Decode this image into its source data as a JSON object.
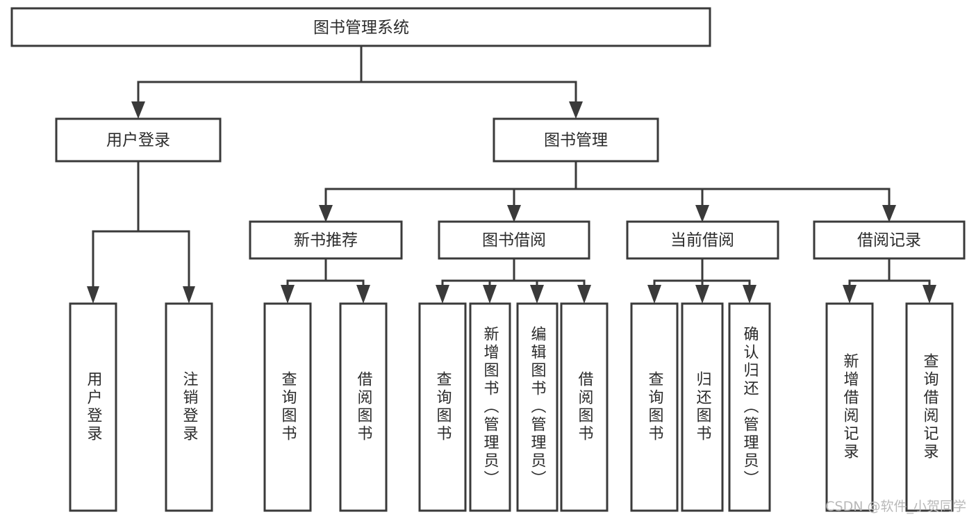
{
  "diagram": {
    "type": "tree",
    "title": "图书管理系统",
    "orientation": "top-down",
    "colors": {
      "box_fill": "#ffffff",
      "box_stroke": "#3a3a3a",
      "text": "#2b2b2b",
      "watermark": "#b9b9b9"
    },
    "levels": {
      "root": "图书管理系统",
      "level2": [
        "用户登录",
        "图书管理"
      ],
      "level3": [
        "新书推荐",
        "图书借阅",
        "当前借阅",
        "借阅记录"
      ]
    },
    "nodes": {
      "root": {
        "label": "图书管理系统"
      },
      "user_login": {
        "label": "用户登录"
      },
      "book_mgmt": {
        "label": "图书管理"
      },
      "new_book_rec": {
        "label": "新书推荐"
      },
      "book_borrow": {
        "label": "图书借阅"
      },
      "current_borrow": {
        "label": "当前借阅"
      },
      "borrow_record": {
        "label": "借阅记录"
      },
      "leaf_user_login": {
        "label": "用户登录"
      },
      "leaf_logout": {
        "label": "注销登录"
      },
      "leaf_query_book_1": {
        "label": "查询图书"
      },
      "leaf_borrow_book_1": {
        "label": "借阅图书"
      },
      "leaf_query_book_2": {
        "label": "查询图书"
      },
      "leaf_add_book": {
        "label": "新增图书（管理员）"
      },
      "leaf_edit_book": {
        "label": "编辑图书（管理员）"
      },
      "leaf_borrow_book_2": {
        "label": "借阅图书"
      },
      "leaf_query_book_3": {
        "label": "查询图书"
      },
      "leaf_return_book": {
        "label": "归还图书"
      },
      "leaf_confirm_return": {
        "label": "确认归还（管理员）"
      },
      "leaf_add_record": {
        "label": "新增借阅记录"
      },
      "leaf_query_record": {
        "label": "查询借阅记录"
      }
    },
    "edges": [
      {
        "from": "图书管理系统",
        "to": "用户登录"
      },
      {
        "from": "图书管理系统",
        "to": "图书管理"
      },
      {
        "from": "用户登录",
        "to": "用户登录"
      },
      {
        "from": "用户登录",
        "to": "注销登录"
      },
      {
        "from": "图书管理",
        "to": "新书推荐"
      },
      {
        "from": "图书管理",
        "to": "图书借阅"
      },
      {
        "from": "图书管理",
        "to": "当前借阅"
      },
      {
        "from": "图书管理",
        "to": "借阅记录"
      },
      {
        "from": "新书推荐",
        "to": "查询图书"
      },
      {
        "from": "新书推荐",
        "to": "借阅图书"
      },
      {
        "from": "图书借阅",
        "to": "查询图书"
      },
      {
        "from": "图书借阅",
        "to": "新增图书（管理员）"
      },
      {
        "from": "图书借阅",
        "to": "编辑图书（管理员）"
      },
      {
        "from": "图书借阅",
        "to": "借阅图书"
      },
      {
        "from": "当前借阅",
        "to": "查询图书"
      },
      {
        "from": "当前借阅",
        "to": "归还图书"
      },
      {
        "from": "当前借阅",
        "to": "确认归还（管理员）"
      },
      {
        "from": "借阅记录",
        "to": "新增借阅记录"
      },
      {
        "from": "借阅记录",
        "to": "查询借阅记录"
      }
    ]
  },
  "watermark": {
    "text": "CSDN @软件_小贺同学"
  }
}
